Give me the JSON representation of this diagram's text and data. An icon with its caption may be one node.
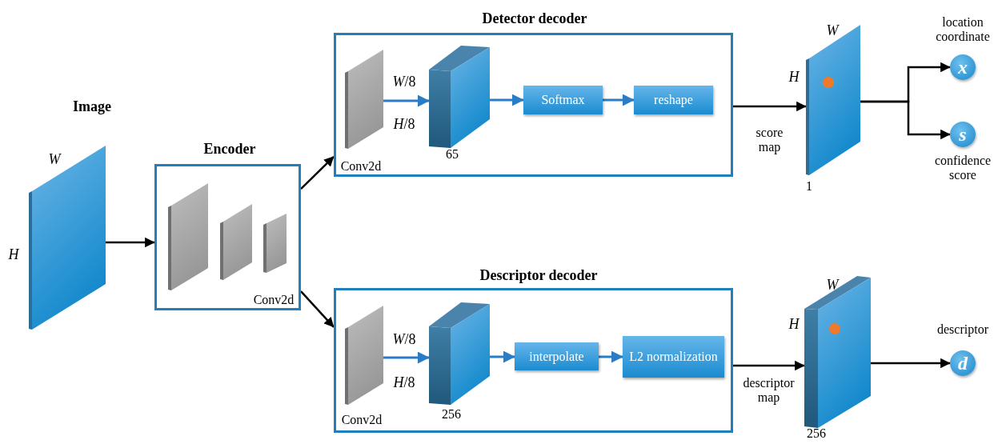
{
  "diagram": {
    "nodes": [
      {
        "text": [
          "Image"
        ],
        "beside": [
          "W",
          "H"
        ]
      },
      {
        "text": [
          "Encoder",
          "Conv2d"
        ]
      },
      {
        "text": [
          "Detector decoder"
        ]
      },
      {
        "text": [],
        "shape": "box",
        "in": 2,
        "beside": [
          "Conv2d"
        ]
      },
      {
        "text": [],
        "shape": "box",
        "in": 2,
        "beside": [
          "65"
        ]
      },
      {
        "text": [
          "Softmax"
        ],
        "in": 2
      },
      {
        "text": [
          "reshape"
        ],
        "in": 2
      },
      {
        "text": [
          "Descriptor decoder"
        ]
      },
      {
        "text": [],
        "shape": "box",
        "in": 7,
        "beside": [
          "Conv2d"
        ]
      },
      {
        "text": [],
        "shape": "box",
        "in": 7,
        "beside": [
          "256"
        ]
      },
      {
        "text": [
          "interpolate"
        ],
        "in": 7
      },
      {
        "text": [
          "L2 normalization"
        ],
        "in": 7
      },
      {
        "text": [],
        "shape": "box",
        "beside": [
          "W",
          "H",
          "1"
        ]
      },
      {
        "text": [
          "x"
        ],
        "beside": [
          "location coordinate"
        ]
      },
      {
        "text": [
          "s"
        ],
        "beside": [
          "confidence score"
        ]
      },
      {
        "text": [],
        "shape": "box",
        "beside": [
          "W",
          "H",
          "256"
        ]
      },
      {
        "text": [
          "d"
        ],
        "beside": [
          "descriptor"
        ]
      }
    ],
    "edges": [
      {
        "from": 0,
        "to": 1,
        "arrow": "to"
      },
      {
        "from": 1,
        "to": 2,
        "arrow": "to"
      },
      {
        "from": 1,
        "to": 7,
        "arrow": "to"
      },
      {
        "from": 3,
        "to": 4,
        "arrow": "to",
        "color": "#2a7cc7"
      },
      {
        "from": 4,
        "to": 5,
        "arrow": "to",
        "color": "#2a7cc7"
      },
      {
        "from": 5,
        "to": 6,
        "arrow": "to",
        "color": "#2a7cc7"
      },
      {
        "from": 2,
        "to": 12,
        "arrow": "to",
        "label": "score map"
      },
      {
        "from": 12,
        "to": 13,
        "arrow": "to"
      },
      {
        "from": 12,
        "to": 14,
        "arrow": "to"
      },
      {
        "from": 8,
        "to": 9,
        "arrow": "to",
        "color": "#2a7cc7"
      },
      {
        "from": 9,
        "to": 10,
        "arrow": "to",
        "color": "#2a7cc7"
      },
      {
        "from": 10,
        "to": 11,
        "arrow": "to",
        "color": "#2a7cc7"
      },
      {
        "from": 7,
        "to": 15,
        "arrow": "to",
        "label": "descriptor map"
      },
      {
        "from": 15,
        "to": 16,
        "arrow": "to"
      }
    ],
    "labels": [
      "*W*/8",
      "*H*/8",
      "*W*/8",
      "*H*/8"
    ]
  }
}
